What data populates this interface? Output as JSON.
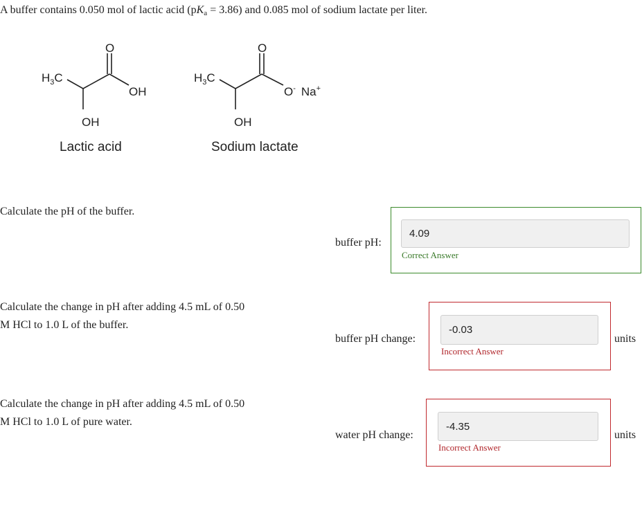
{
  "intro": {
    "prefix": "A buffer contains 0.050 mol of lactic acid (p",
    "k": "K",
    "a": "a",
    "suffix": " = 3.86) and 0.085 mol of sodium lactate per liter."
  },
  "molecules": {
    "lactic": {
      "h": "H",
      "three": "3",
      "c": "C",
      "o": "O",
      "oh_right": "OH",
      "oh_bottom": "OH",
      "name": "Lactic acid"
    },
    "lactate": {
      "h": "H",
      "three": "3",
      "c": "C",
      "o": "O",
      "o_minus": "O",
      "minus": "-",
      "na": "Na",
      "plus": "+",
      "oh_bottom": "OH",
      "name": "Sodium lactate"
    }
  },
  "questions": [
    {
      "prompt": "Calculate the pH of the buffer.",
      "label": "buffer pH:",
      "value": "4.09",
      "feedback": "Correct Answer",
      "status": "correct",
      "units": ""
    },
    {
      "prompt": "Calculate the change in pH after adding 4.5 mL of 0.50 M HCl to 1.0 L of the buffer.",
      "label": "buffer pH change:",
      "value": "-0.03",
      "feedback": "Incorrect Answer",
      "status": "incorrect",
      "units": "units"
    },
    {
      "prompt": "Calculate the change in pH after adding 4.5 mL of 0.50 M HCl to 1.0 L of pure water.",
      "label": "water pH change:",
      "value": "-4.35",
      "feedback": "Incorrect Answer",
      "status": "incorrect",
      "units": "units"
    }
  ],
  "colors": {
    "correct": "#3a8a2a",
    "incorrect": "#c0282d",
    "field_bg": "#f0f0f0"
  }
}
